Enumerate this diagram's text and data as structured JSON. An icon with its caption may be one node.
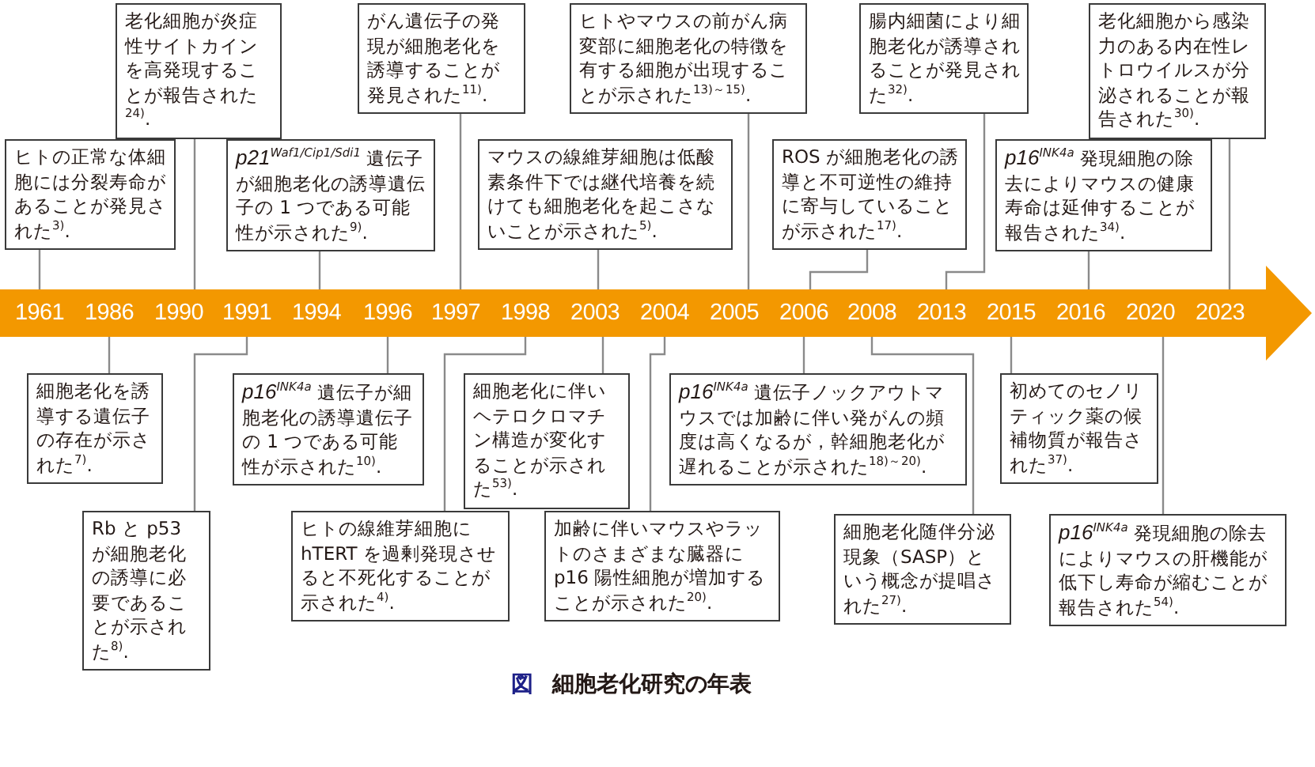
{
  "diagram": {
    "caption": "細胞老化研究の年表",
    "nodes": [
      {
        "text": [],
        "shape": "arrow"
      },
      {
        "text": [
          "1961"
        ],
        "in": 0
      },
      {
        "text": [
          "1986"
        ],
        "in": 0
      },
      {
        "text": [
          "1990"
        ],
        "in": 0
      },
      {
        "text": [
          "1991"
        ],
        "in": 0
      },
      {
        "text": [
          "1994"
        ],
        "in": 0
      },
      {
        "text": [
          "1996"
        ],
        "in": 0
      },
      {
        "text": [
          "1997"
        ],
        "in": 0
      },
      {
        "text": [
          "1998"
        ],
        "in": 0
      },
      {
        "text": [
          "2003"
        ],
        "in": 0
      },
      {
        "text": [
          "2004"
        ],
        "in": 0
      },
      {
        "text": [
          "2005"
        ],
        "in": 0
      },
      {
        "text": [
          "2006"
        ],
        "in": 0
      },
      {
        "text": [
          "2008"
        ],
        "in": 0
      },
      {
        "text": [
          "2013"
        ],
        "in": 0
      },
      {
        "text": [
          "2015"
        ],
        "in": 0
      },
      {
        "text": [
          "2016"
        ],
        "in": 0
      },
      {
        "text": [
          "2020"
        ],
        "in": 0
      },
      {
        "text": [
          "2023"
        ],
        "in": 0
      },
      {
        "text": [
          "老化細胞が炎症性サイトカインを高発現することが報告された$^{24)}$."
        ]
      },
      {
        "text": [
          "がん遺伝子の発現が細胞老化を誘導することが発見された$^{11)}$."
        ]
      },
      {
        "text": [
          "ヒトやマウスの前がん病変部に細胞老化の特徴を有する細胞が出現することが示された$^{13)～15)}$."
        ]
      },
      {
        "text": [
          "腸内細菌により細胞老化が誘導されることが発見された$^{32)}$."
        ]
      },
      {
        "text": [
          "老化細胞から感染力のある内在性レトロウイルスが分泌されることが報告された$^{30)}$."
        ]
      },
      {
        "text": [
          "ヒトの正常な体細胞には分裂寿命があることが発見された$^{3)}$."
        ]
      },
      {
        "text": [
          "*p21*$^{Waf1/Cip1/Sdi1}$ 遺伝子が細胞老化の誘導遺伝子の 1 つである可能性が示された$^{9)}$."
        ]
      },
      {
        "text": [
          "マウスの線維芽細胞は低酸素条件下では継代培養を続けても細胞老化を起こさないことが示された$^{5)}$."
        ]
      },
      {
        "text": [
          "ROS が細胞老化の誘導と不可逆性の維持に寄与していることが示された$^{17)}$."
        ]
      },
      {
        "text": [
          "*p16*$^{INK4a}$ 発現細胞の除去によりマウスの健康寿命は延伸することが報告された$^{34)}$."
        ]
      },
      {
        "text": [
          "細胞老化を誘導する遺伝子の存在が示された$^{7)}$."
        ]
      },
      {
        "text": [
          "*p16*$^{INK4a}$ 遺伝子が細胞老化の誘導遺伝子の 1 つである可能性が示された$^{10)}$."
        ]
      },
      {
        "text": [
          "細胞老化に伴いヘテロクロマチン構造が変化することが示された$^{53)}$."
        ]
      },
      {
        "text": [
          "*p16*$^{INK4a}$ 遺伝子ノックアウトマウスでは加齢に伴い発がんの頻度は高くなるが，幹細胞老化が遅れることが示された$^{18)～20)}$."
        ]
      },
      {
        "text": [
          "初めてのセノリティック薬の候補物質が報告された$^{37)}$."
        ]
      },
      {
        "text": [
          "Rb と p53 が細胞老化の誘導に必要であることが示された$^{8)}$."
        ]
      },
      {
        "text": [
          "ヒトの線維芽細胞に hTERT を過剰発現させると不死化することが示された$^{4)}$."
        ]
      },
      {
        "text": [
          "加齢に伴いマウスやラットのさまざまな臓器に p16 陽性細胞が増加することが示された$^{20)}$."
        ]
      },
      {
        "text": [
          "細胞老化随伴分泌現象（SASP）という概念が提唱された$^{27)}$."
        ]
      },
      {
        "text": [
          "*p16*$^{INK4a}$ 発現細胞の除去によりマウスの肝機能が低下し寿命が縮むことが報告された$^{54)}$."
        ]
      }
    ],
    "edges": [
      {
        "from": 19,
        "to": 3,
        "arrow": "none"
      },
      {
        "from": 20,
        "to": 7,
        "arrow": "none"
      },
      {
        "from": 21,
        "to": 11,
        "arrow": "none"
      },
      {
        "from": 22,
        "to": 14,
        "arrow": "none"
      },
      {
        "from": 23,
        "to": 18,
        "arrow": "none"
      },
      {
        "from": 24,
        "to": 1,
        "arrow": "none"
      },
      {
        "from": 25,
        "to": 5,
        "arrow": "none"
      },
      {
        "from": 26,
        "to": 9,
        "arrow": "none"
      },
      {
        "from": 27,
        "to": 12,
        "arrow": "none"
      },
      {
        "from": 28,
        "to": 16,
        "arrow": "none"
      },
      {
        "from": 29,
        "to": 2,
        "arrow": "none"
      },
      {
        "from": 30,
        "to": 6,
        "arrow": "none"
      },
      {
        "from": 31,
        "to": 9,
        "arrow": "none"
      },
      {
        "from": 32,
        "to": 12,
        "arrow": "none"
      },
      {
        "from": 33,
        "to": 15,
        "arrow": "none"
      },
      {
        "from": 34,
        "to": 4,
        "arrow": "none"
      },
      {
        "from": 35,
        "to": 8,
        "arrow": "none"
      },
      {
        "from": 36,
        "to": 10,
        "arrow": "none"
      },
      {
        "from": 37,
        "to": 13,
        "arrow": "none"
      },
      {
        "from": 38,
        "to": 17,
        "arrow": "none"
      }
    ],
    "labels": [
      "図"
    ]
  }
}
